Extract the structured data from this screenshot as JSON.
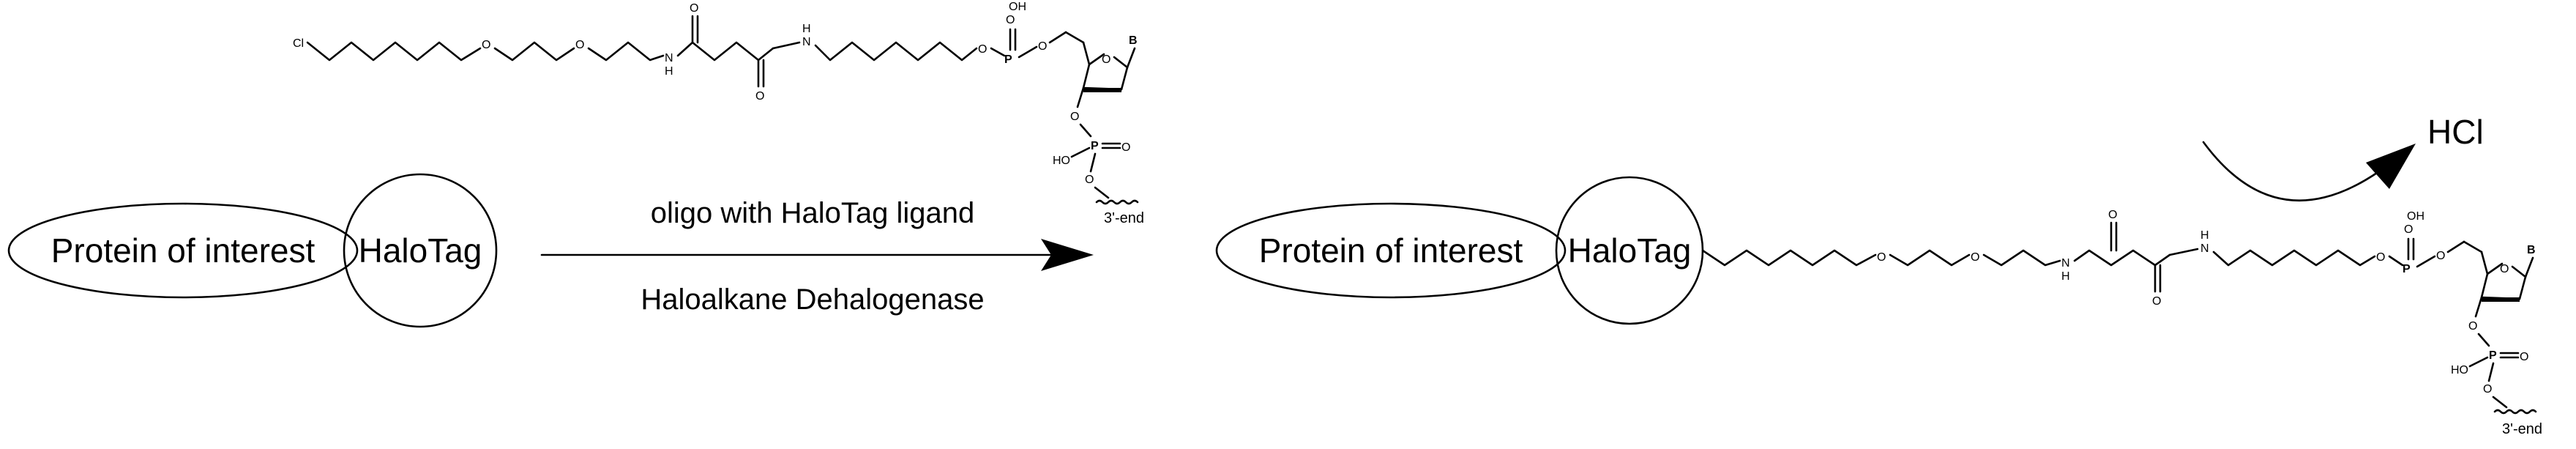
{
  "reactant": {
    "protein_label": "Protein of interest",
    "tag_label": "HaloTag"
  },
  "reagent": {
    "oligo_ligand": {
      "chlorine": "Cl",
      "oxygen": "O",
      "nitrogen_h": "H",
      "nitrogen": "N",
      "phosphorus": "P",
      "hydroxyl": "OH",
      "hydroxyl_left": "HO",
      "base": "B",
      "end_label": "3'-end"
    }
  },
  "arrow": {
    "reagent_label": "oligo with HaloTag ligand",
    "enzyme_label": "Haloalkane Dehalogenase"
  },
  "product": {
    "protein_label": "Protein of interest",
    "tag_label": "HaloTag",
    "byproduct": "HCl",
    "end_label": "3'-end"
  }
}
